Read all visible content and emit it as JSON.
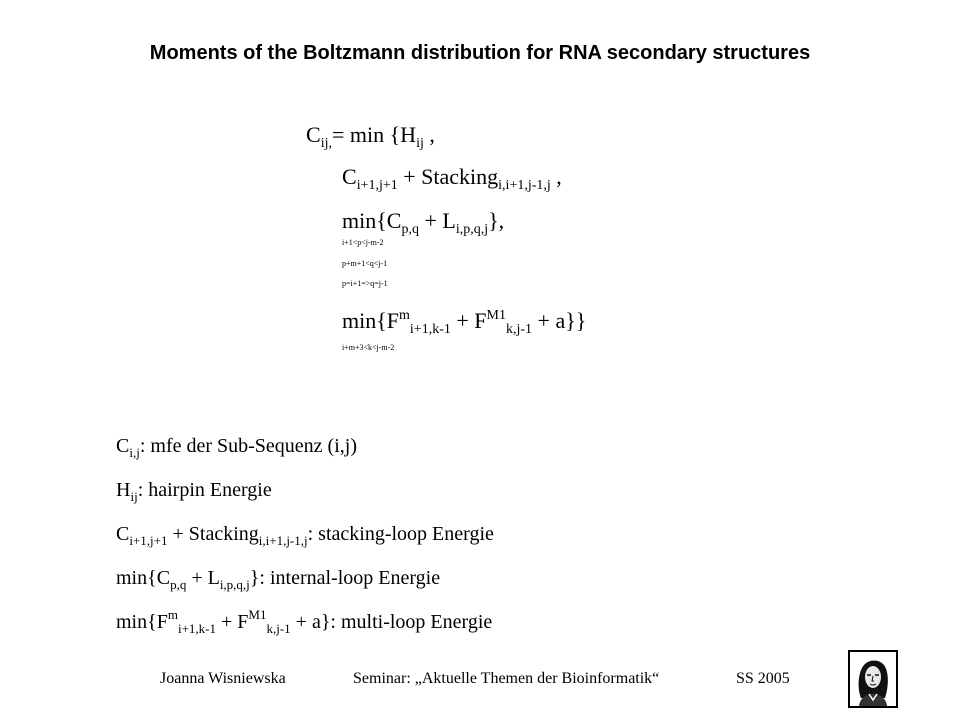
{
  "title": "Moments of the Boltzmann distribution for RNA secondary structures",
  "recursion": {
    "line1": {
      "C": "C",
      "C_sub": "ij,",
      "eq": "= min {H",
      "H_sub": "ij",
      "end": " ,"
    },
    "line2": {
      "C": "C",
      "C_sub": "i+1,j+1",
      "plus": " + Stacking",
      "S_sub": "i,i+1,j-1,j",
      "end": " ,"
    },
    "line3": {
      "open": "min{C",
      "C_sub": "p,q",
      "plus": " + L",
      "L_sub": "i,p,q,j",
      "end": "},"
    },
    "cond1": "i+1<p<j-m-2",
    "cond2": "p+m+1<q<j-1",
    "cond3": "p=i+1=>q=j-1",
    "line4": {
      "open": "min{F",
      "F_sup": "m",
      "F_sub": "i+1,k-1",
      "plus": " + F",
      "F2_sup": "M1",
      "F2_sub": "k,j-1",
      "end": " + a}}"
    },
    "cond4": "i+m+3<k<j-m-2"
  },
  "legend": {
    "l1": {
      "C": "C",
      "C_sub": "i,j",
      "text": ": mfe der Sub-Sequenz (i,j)"
    },
    "l2": {
      "H": "H",
      "H_sub": "ij",
      "text": ": hairpin Energie"
    },
    "l3": {
      "C": "C",
      "C_sub": "i+1,j+1",
      "plus": " + Stacking",
      "S_sub": "i,i+1,j-1,j",
      "text": ": stacking-loop Energie"
    },
    "l4": {
      "open": "min{C",
      "C_sub": "p,q",
      "plus": " + L",
      "L_sub": "i,p,q,j",
      "text": "}: internal-loop Energie"
    },
    "l5": {
      "open": "min{F",
      "F_sup": "m",
      "F_sub": "i+1,k-1",
      "plus": " + F",
      "F2_sup": "M1",
      "F2_sub": "k,j-1",
      "text": " + a}: multi-loop Energie"
    }
  },
  "footer": {
    "author": "Joanna Wisniewska",
    "seminar": "Seminar: „Aktuelle Themen der Bioinformatik“",
    "term": "SS 2005",
    "logo_icon": "goethe-portrait-logo"
  }
}
